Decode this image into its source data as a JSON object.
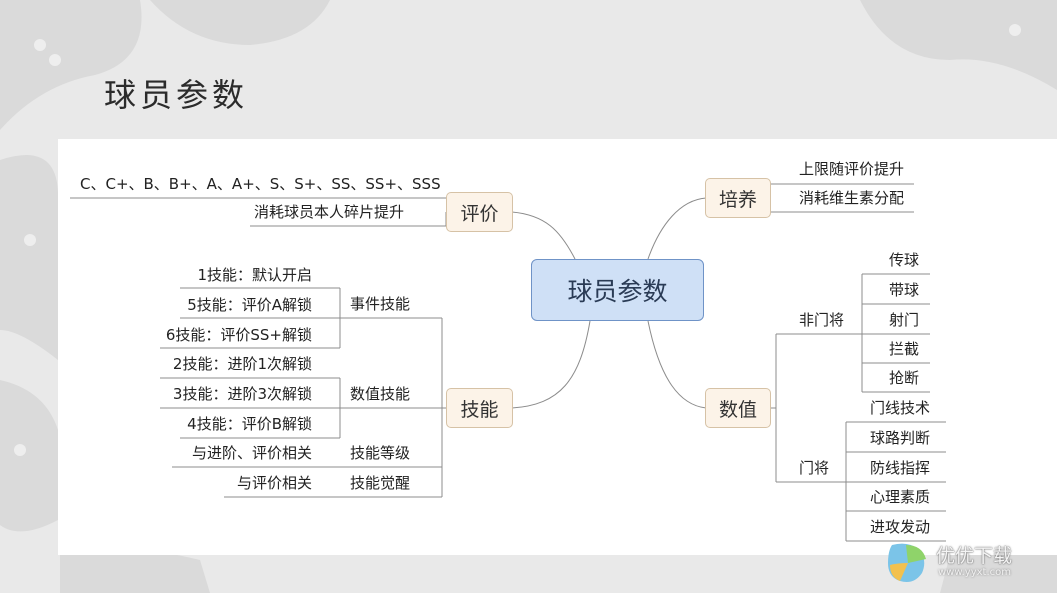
{
  "title": "球员参数",
  "root": "球员参数",
  "branches": {
    "rating": "评价",
    "skills": "技能",
    "training": "培养",
    "values": "数值"
  },
  "rating": {
    "grades": "C、C+、B、B+、A、A+、S、S+、SS、SS+、SSS",
    "upgrade": "消耗球员本人碎片提升"
  },
  "skills": {
    "event": "事件技能",
    "event_items": [
      "1技能：默认开启",
      "5技能：评价A解锁",
      "6技能：评价SS+解锁"
    ],
    "numeric": "数值技能",
    "numeric_items": [
      "2技能：进阶1次解锁",
      "3技能：进阶3次解锁",
      "4技能：评价B解锁"
    ],
    "level": "技能等级",
    "level_item": "与进阶、评价相关",
    "awaken": "技能觉醒",
    "awaken_item": "与评价相关"
  },
  "training": {
    "items": [
      "上限随评价提升",
      "消耗维生素分配"
    ]
  },
  "values": {
    "non_gk": "非门将",
    "non_gk_items": [
      "传球",
      "带球",
      "射门",
      "拦截",
      "抢断"
    ],
    "gk": "门将",
    "gk_items": [
      "门线技术",
      "球路判断",
      "防线指挥",
      "心理素质",
      "进攻发动"
    ]
  },
  "watermark": {
    "brand": "优优下载",
    "url": "www.yyxt.com"
  },
  "colors": {
    "root_fill": "#cfe0f6",
    "root_border": "#6f93c7",
    "branch_fill": "#fcf3e8",
    "branch_border": "#d6c2a6",
    "line": "#8c8c8c"
  }
}
